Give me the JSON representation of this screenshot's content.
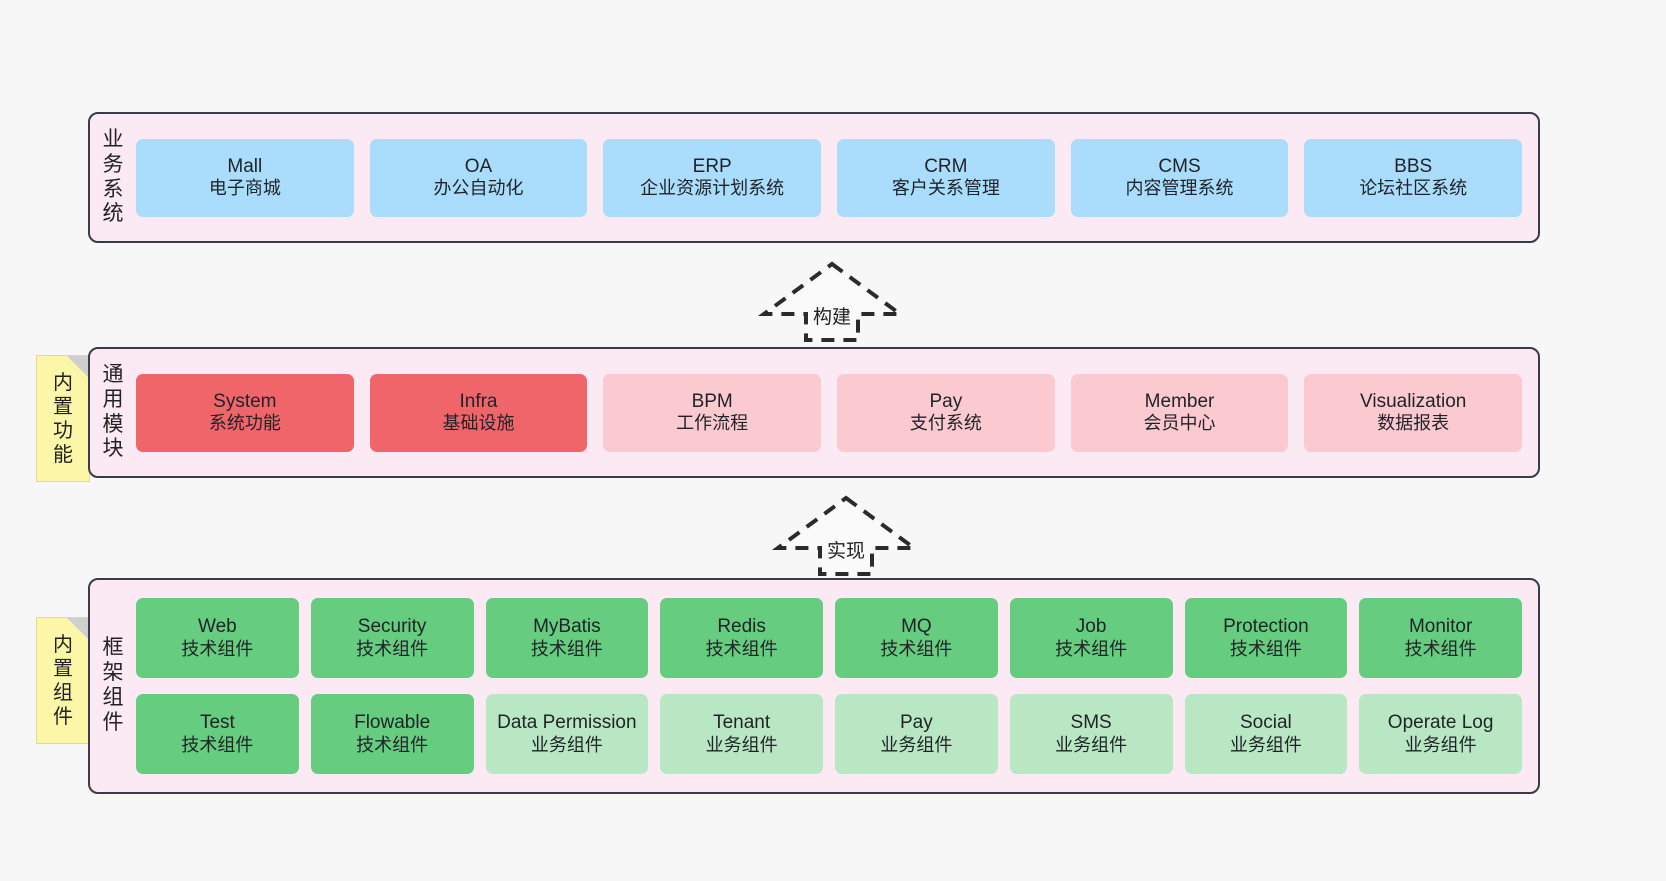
{
  "diagram": {
    "title_layers": [
      "业务系统",
      "通用模块",
      "框架组件"
    ],
    "background": "#f7f7f7",
    "container_bg": "#fbeaf4",
    "container_border": "#3b3b47"
  },
  "layers": [
    {
      "id": "business-systems",
      "label_chars": [
        "业",
        "务",
        "系",
        "统"
      ],
      "rows": [
        {
          "cards": [
            {
              "en": "Mall",
              "cn": "电子商城",
              "color_class": "c-blue",
              "color": "#aadcfb"
            },
            {
              "en": "OA",
              "cn": "办公自动化",
              "color_class": "c-blue",
              "color": "#aadcfb"
            },
            {
              "en": "ERP",
              "cn": "企业资源计划系统",
              "color_class": "c-blue",
              "color": "#aadcfb"
            },
            {
              "en": "CRM",
              "cn": "客户关系管理",
              "color_class": "c-blue",
              "color": "#aadcfb"
            },
            {
              "en": "CMS",
              "cn": "内容管理系统",
              "color_class": "c-blue",
              "color": "#aadcfb"
            },
            {
              "en": "BBS",
              "cn": "论坛社区系统",
              "color_class": "c-blue",
              "color": "#aadcfb"
            }
          ]
        }
      ]
    },
    {
      "id": "common-modules",
      "label_chars": [
        "通",
        "用",
        "模",
        "块"
      ],
      "note": {
        "chars": [
          "内",
          "置",
          "功",
          "能"
        ],
        "color": "#fcf7a8"
      },
      "rows": [
        {
          "cards": [
            {
              "en": "System",
              "cn": "系统功能",
              "color_class": "c-red",
              "color": "#f0656a"
            },
            {
              "en": "Infra",
              "cn": "基础设施",
              "color_class": "c-red",
              "color": "#f0656a"
            },
            {
              "en": "BPM",
              "cn": "工作流程",
              "color_class": "c-pink",
              "color": "#fbc9d0"
            },
            {
              "en": "Pay",
              "cn": "支付系统",
              "color_class": "c-pink",
              "color": "#fbc9d0"
            },
            {
              "en": "Member",
              "cn": "会员中心",
              "color_class": "c-pink",
              "color": "#fbc9d0"
            },
            {
              "en": "Visualization",
              "cn": "数据报表",
              "color_class": "c-pink",
              "color": "#fbc9d0"
            }
          ]
        }
      ]
    },
    {
      "id": "framework-components",
      "label_chars": [
        "框",
        "架",
        "组",
        "件"
      ],
      "note": {
        "chars": [
          "内",
          "置",
          "组",
          "件"
        ],
        "color": "#fcf7a8"
      },
      "rows": [
        {
          "cards": [
            {
              "en": "Web",
              "cn": "技术组件",
              "color_class": "c-green",
              "color": "#66cc7f"
            },
            {
              "en": "Security",
              "cn": "技术组件",
              "color_class": "c-green",
              "color": "#66cc7f"
            },
            {
              "en": "MyBatis",
              "cn": "技术组件",
              "color_class": "c-green",
              "color": "#66cc7f"
            },
            {
              "en": "Redis",
              "cn": "技术组件",
              "color_class": "c-green",
              "color": "#66cc7f"
            },
            {
              "en": "MQ",
              "cn": "技术组件",
              "color_class": "c-green",
              "color": "#66cc7f"
            },
            {
              "en": "Job",
              "cn": "技术组件",
              "color_class": "c-green",
              "color": "#66cc7f"
            },
            {
              "en": "Protection",
              "cn": "技术组件",
              "color_class": "c-green",
              "color": "#66cc7f"
            },
            {
              "en": "Monitor",
              "cn": "技术组件",
              "color_class": "c-green",
              "color": "#66cc7f"
            }
          ]
        },
        {
          "cards": [
            {
              "en": "Test",
              "cn": "技术组件",
              "color_class": "c-green",
              "color": "#66cc7f"
            },
            {
              "en": "Flowable",
              "cn": "技术组件",
              "color_class": "c-green",
              "color": "#66cc7f"
            },
            {
              "en": "Data Permission",
              "cn": "业务组件",
              "color_class": "c-mint",
              "color": "#b9e7c4"
            },
            {
              "en": "Tenant",
              "cn": "业务组件",
              "color_class": "c-mint",
              "color": "#b9e7c4"
            },
            {
              "en": "Pay",
              "cn": "业务组件",
              "color_class": "c-mint",
              "color": "#b9e7c4"
            },
            {
              "en": "SMS",
              "cn": "业务组件",
              "color_class": "c-mint",
              "color": "#b9e7c4"
            },
            {
              "en": "Social",
              "cn": "业务组件",
              "color_class": "c-mint",
              "color": "#b9e7c4"
            },
            {
              "en": "Operate Log",
              "cn": "业务组件",
              "color_class": "c-mint",
              "color": "#b9e7c4"
            }
          ]
        }
      ]
    }
  ],
  "arrows": [
    {
      "id": "arrow-build",
      "label": "构建",
      "direction": "up",
      "style": "dashed-hollow"
    },
    {
      "id": "arrow-implement",
      "label": "实现",
      "direction": "up",
      "style": "dashed-hollow"
    }
  ]
}
